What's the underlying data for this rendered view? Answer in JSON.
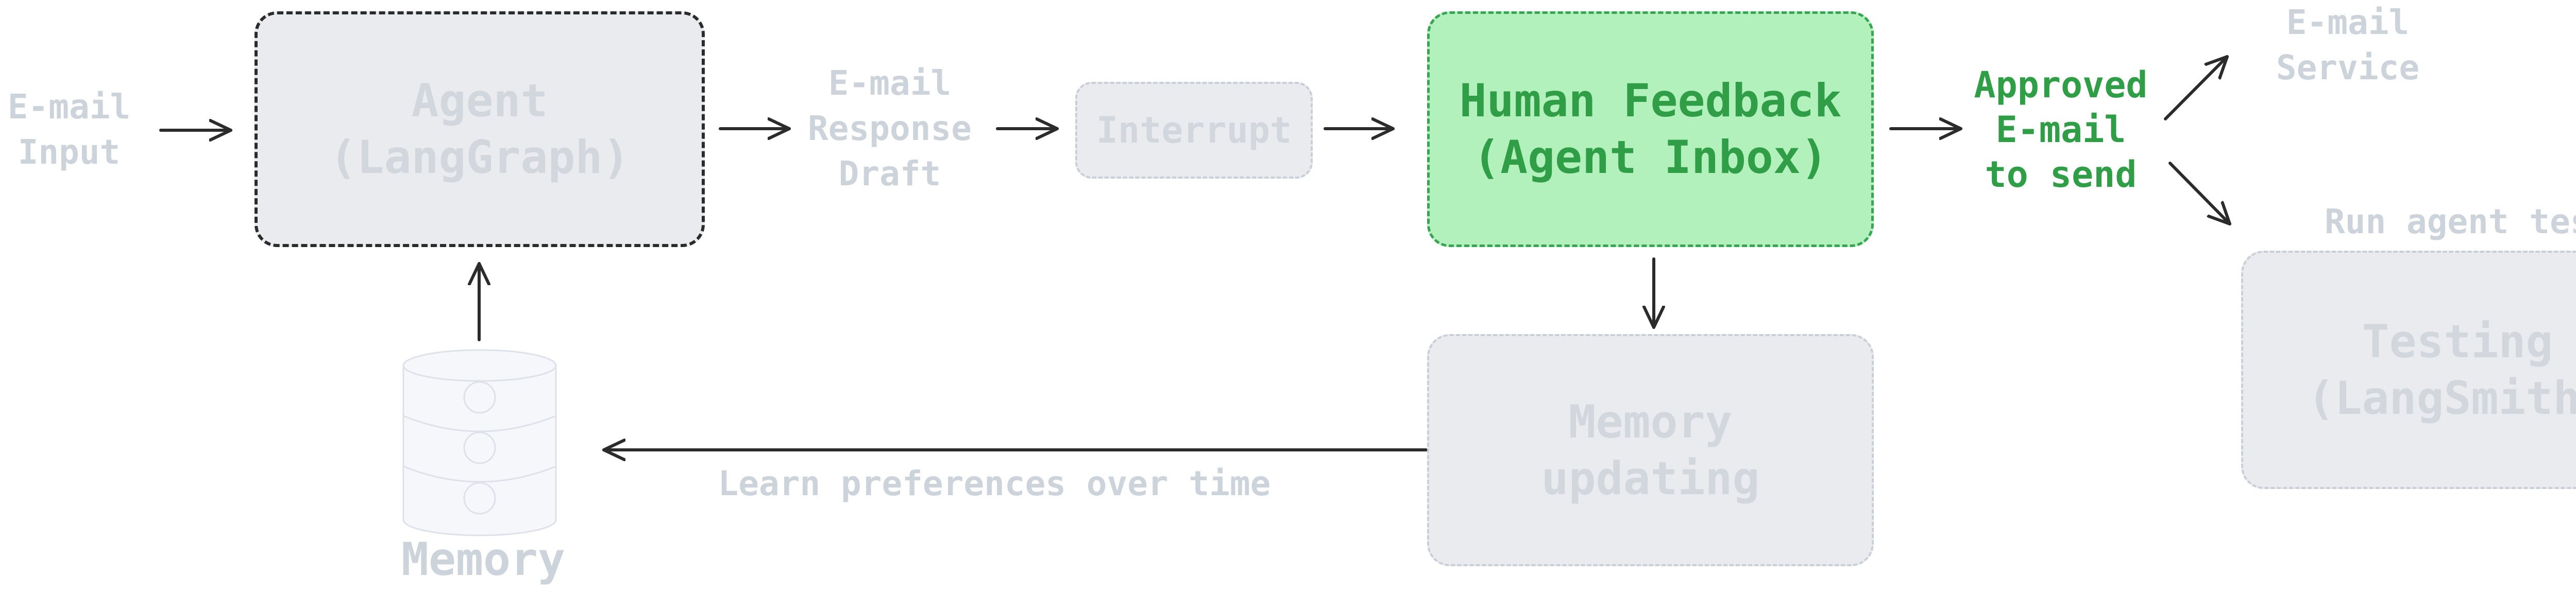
{
  "colors": {
    "ink": "#2b2b2b",
    "muted_fill": "#e9ebee",
    "muted_border": "#c9cfd8",
    "muted_text": "#d2d7de",
    "muted_label": "#ccd3db",
    "green_fill": "#b2f0bc",
    "green_border": "#3aa356",
    "green_text": "#2f9e46",
    "icon_stroke": "#dde2ea",
    "icon_fill": "#f6f7fa"
  },
  "nodes": {
    "agent": {
      "label": "Agent\n(LangGraph)"
    },
    "interrupt": {
      "label": "Interrupt"
    },
    "human_feedback": {
      "label": "Human Feedback\n(Agent Inbox)"
    },
    "memory_updating": {
      "label": "Memory\nupdating"
    },
    "testing": {
      "label": "Testing\n(LangSmith)"
    }
  },
  "annotations": {
    "email_input": "E-mail\nInput",
    "email_response_draft": "E-mail\nResponse\nDraft",
    "approved_email": "Approved\nE-mail\nto send",
    "email_service": "E-mail\nService",
    "run_agent_tests": "Run agent tests",
    "learn_preferences": "Learn preferences over time",
    "memory": "Memory"
  },
  "icons": {
    "memory": "database-cylinder-icon"
  }
}
